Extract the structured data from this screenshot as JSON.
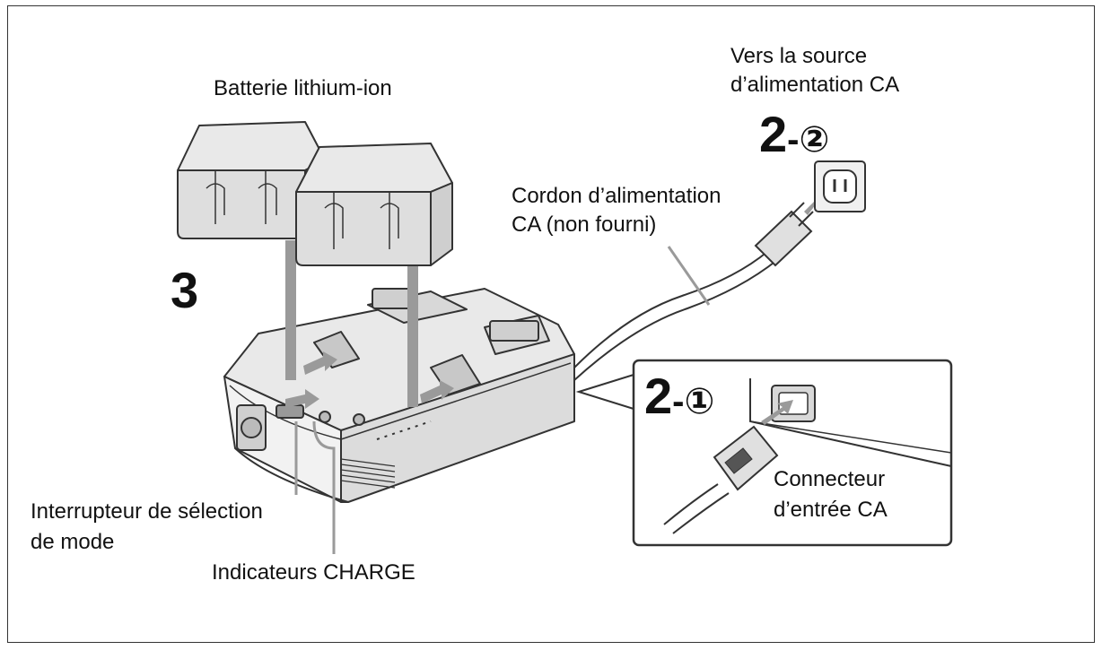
{
  "labels": {
    "battery": "Batterie lithium-ion",
    "ac_source_line1": "Vers la source",
    "ac_source_line2": "d’alimentation CA",
    "cord_line1": "Cordon d’alimentation",
    "cord_line2": "CA (non fourni)",
    "mode_switch_line1": "Interrupteur de sélection",
    "mode_switch_line2": "de mode",
    "charge_indicators": "Indicateurs CHARGE",
    "connector_line1": "Connecteur",
    "connector_line2": "d’entrée CA"
  },
  "steps": {
    "step3": "3",
    "step2_2_num": "2",
    "step2_2_suffix": "-②",
    "step2_1_num": "2",
    "step2_1_suffix": "-①"
  },
  "colors": {
    "outline": "#333333",
    "fill_light": "#e6e6e6",
    "fill_mid": "#cfcfcf",
    "arrow_gray": "#9a9a9a"
  }
}
